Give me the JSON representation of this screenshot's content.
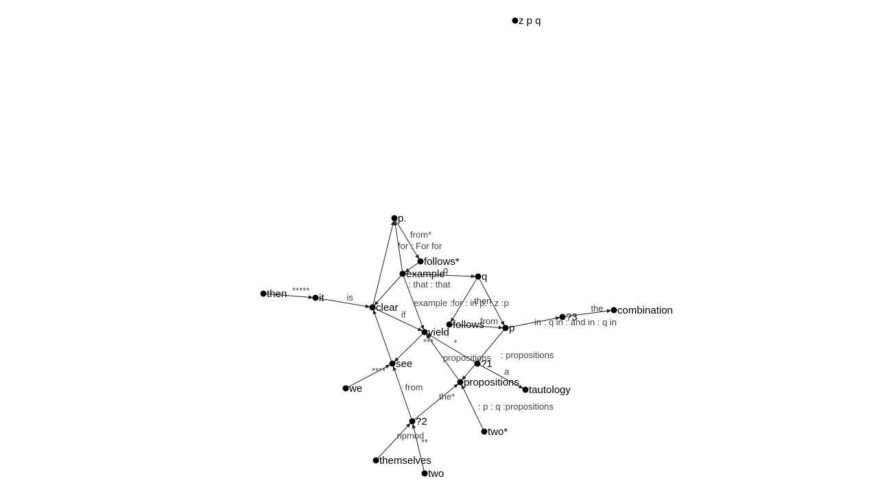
{
  "nodes": [
    {
      "id": "zpq",
      "label": "z p q"
    },
    {
      "id": "p_dot",
      "label": "p."
    },
    {
      "id": "follows_star",
      "label": "follows*"
    },
    {
      "id": "example",
      "label": "example"
    },
    {
      "id": "q",
      "label": "q"
    },
    {
      "id": "then",
      "label": "then"
    },
    {
      "id": "it",
      "label": "it"
    },
    {
      "id": "clear",
      "label": "clear"
    },
    {
      "id": "follows",
      "label": "follows"
    },
    {
      "id": "p",
      "label": "p"
    },
    {
      "id": "q3",
      "label": "?3"
    },
    {
      "id": "combination",
      "label": "combination"
    },
    {
      "id": "yield",
      "label": "yield"
    },
    {
      "id": "see",
      "label": "see"
    },
    {
      "id": "q1",
      "label": "?1"
    },
    {
      "id": "propositions",
      "label": "propositions"
    },
    {
      "id": "tautology",
      "label": "tautology"
    },
    {
      "id": "we",
      "label": "we"
    },
    {
      "id": "q2",
      "label": "?2"
    },
    {
      "id": "two_star",
      "label": "two*"
    },
    {
      "id": "themselves",
      "label": "themselves"
    },
    {
      "id": "two",
      "label": "two"
    }
  ],
  "edges": [
    {
      "from": "example",
      "to": "p_dot",
      "label": ""
    },
    {
      "from": "p_dot",
      "to": "follows_star",
      "label": "from*"
    },
    {
      "from": "clear",
      "to": "p_dot",
      "label": ""
    },
    {
      "from": "follows_star",
      "to": "example",
      "label": ""
    },
    {
      "from": "example",
      "to": "q",
      "label": "q"
    },
    {
      "from": "example",
      "to": "clear",
      "label": ""
    },
    {
      "from": "example",
      "to": "yield",
      "label": ""
    },
    {
      "from": "then",
      "to": "it",
      "label": "*****"
    },
    {
      "from": "it",
      "to": "clear",
      "label": "is"
    },
    {
      "from": "q",
      "to": "follows",
      "label": ""
    },
    {
      "from": "q",
      "to": "p",
      "label": ""
    },
    {
      "from": "follows",
      "to": "p",
      "label": "from"
    },
    {
      "from": "p",
      "to": "q3",
      "label": ""
    },
    {
      "from": "q3",
      "to": "combination",
      "label": "the"
    },
    {
      "from": "clear",
      "to": "yield",
      "label": "if"
    },
    {
      "from": "yield",
      "to": "see",
      "label": ""
    },
    {
      "from": "q1",
      "to": "yield",
      "label": "*"
    },
    {
      "from": "p",
      "to": "propositions",
      "label": ""
    },
    {
      "from": "q1",
      "to": "tautology",
      "label": "a"
    },
    {
      "from": "propositions",
      "to": "yield",
      "label": ""
    },
    {
      "from": "we",
      "to": "see",
      "label": "****"
    },
    {
      "from": "see",
      "to": "clear",
      "label": ""
    },
    {
      "from": "q2",
      "to": "see",
      "label": "from"
    },
    {
      "from": "q2",
      "to": "propositions",
      "label": "the*"
    },
    {
      "from": "two_star",
      "to": "propositions",
      "label": ""
    },
    {
      "from": "themselves",
      "to": "q2",
      "label": "npmod"
    },
    {
      "from": "two",
      "to": "q2",
      "label": "**"
    }
  ],
  "floating_labels": [
    "for : For for",
    ": that : that",
    "example :for : in p:  : z  :p",
    "then",
    ": propositions",
    "***",
    "propositions",
    "in : q in : and in : q in",
    ": p  : q  :propositions"
  ]
}
